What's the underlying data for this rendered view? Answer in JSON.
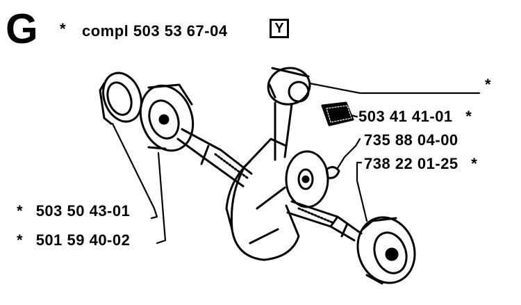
{
  "header": {
    "group_letter": "G",
    "asterisk": "*",
    "assembly_label": "compl 503 53 67-04",
    "variant_box": "Y"
  },
  "callouts": [
    {
      "asterisk": "*",
      "part_number": ""
    },
    {
      "asterisk": "",
      "part_number": "503 41 41-01",
      "suffix": "*"
    },
    {
      "asterisk": "",
      "part_number": "735 88 04-00",
      "suffix": ""
    },
    {
      "asterisk": "",
      "part_number": "738 22 01-25",
      "suffix": "*"
    },
    {
      "asterisk": "*",
      "part_number": "503 50 43-01"
    },
    {
      "asterisk": "*",
      "part_number": "501 59 40-02"
    }
  ]
}
